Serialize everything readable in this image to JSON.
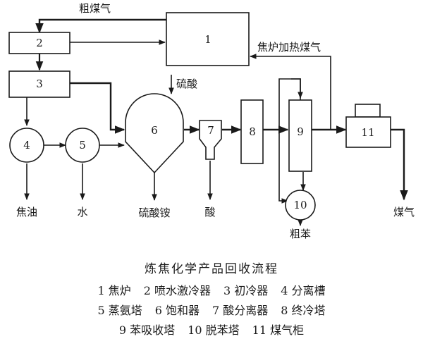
{
  "nodes": {
    "n1": "1",
    "n2": "2",
    "n3": "3",
    "n4": "4",
    "n5": "5",
    "n6": "6",
    "n7": "7",
    "n8": "8",
    "n9": "9",
    "n10": "10",
    "n11": "11"
  },
  "flow_labels": {
    "raw_gas": "粗煤气",
    "coke_oven_heating_gas": "焦炉加热煤气",
    "sulfuric_acid": "硫酸",
    "tar": "焦油",
    "water": "水",
    "ammonium_sulfate": "硫酸铵",
    "acid": "酸",
    "crude_benzene": "粗苯",
    "gas": "煤气"
  },
  "caption": {
    "title": "炼焦化学产品回收流程",
    "legend": [
      [
        "1 焦炉",
        "2 喷水激冷器",
        "3 初冷器",
        "4 分离槽"
      ],
      [
        "5 蒸氨塔",
        "6 饱和器",
        "7 酸分离器",
        "8 终冷塔"
      ],
      [
        "9 苯吸收塔",
        "10 脱苯塔",
        "11 煤气柜"
      ]
    ]
  }
}
